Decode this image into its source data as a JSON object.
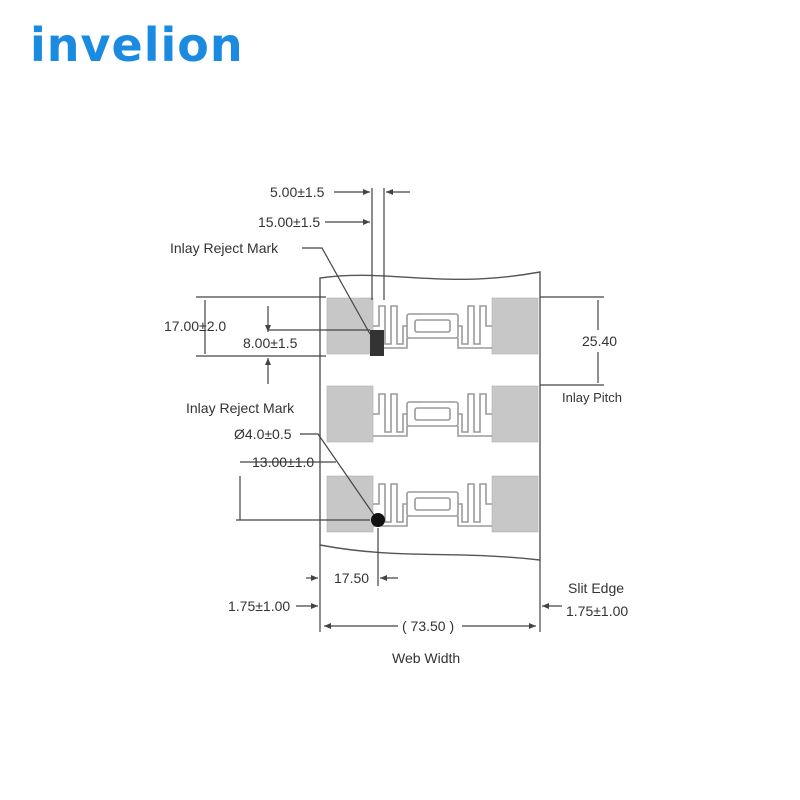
{
  "brand": {
    "logo_text": "invelion",
    "color": "#1a8be0"
  },
  "labels": {
    "dim_5": "5.00±1.5",
    "dim_15": "15.00±1.5",
    "reject_mark_1": "Inlay Reject Mark",
    "dim_17": "17.00±2.0",
    "dim_8": "8.00±1.5",
    "reject_mark_2": "Inlay Reject Mark",
    "hole_diameter": "Ø4.0±0.5",
    "dim_13": "13.00±1.0",
    "pitch_value": "25.40",
    "pitch_label": "Inlay Pitch",
    "dim_1750": "17.50",
    "slit_edge": "Slit Edge",
    "margin_left": "1.75±1.00",
    "margin_right": "1.75±1.00",
    "web_width_value": "( 73.50 )",
    "web_width_label": "Web Width"
  }
}
